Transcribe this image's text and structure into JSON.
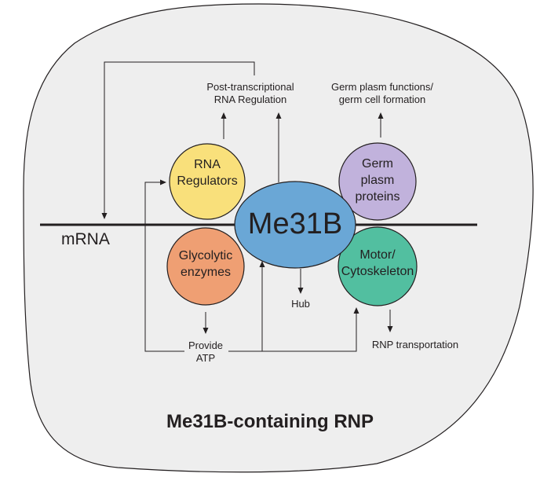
{
  "diagram": {
    "title": "Me31B-containing RNP",
    "strand_label": "mRNA",
    "hub": {
      "label": "Me31B",
      "color": "#6aa7d6"
    },
    "nodes": {
      "rna_regulators": {
        "label": "RNA\nRegulators",
        "color": "#f9e07b"
      },
      "germ_plasm_proteins": {
        "label": "Germ\nplasm\nproteins",
        "color": "#c1b2dc"
      },
      "glycolytic_enzymes": {
        "label": "Glycolytic\nenzymes",
        "color": "#ef9f73"
      },
      "motor_cytoskeleton": {
        "label": "Motor/\nCytoskeleton",
        "color": "#52bfa0"
      }
    },
    "outputs": {
      "post_transcriptional": "Post-transcriptional\nRNA Regulation",
      "germ_plasm_functions": "Germ plasm functions/\ngerm cell formation",
      "hub": "Hub",
      "provide_atp": "Provide\nATP",
      "rnp_transportation": "RNP transportation"
    },
    "background_color": "#eeeeee"
  }
}
